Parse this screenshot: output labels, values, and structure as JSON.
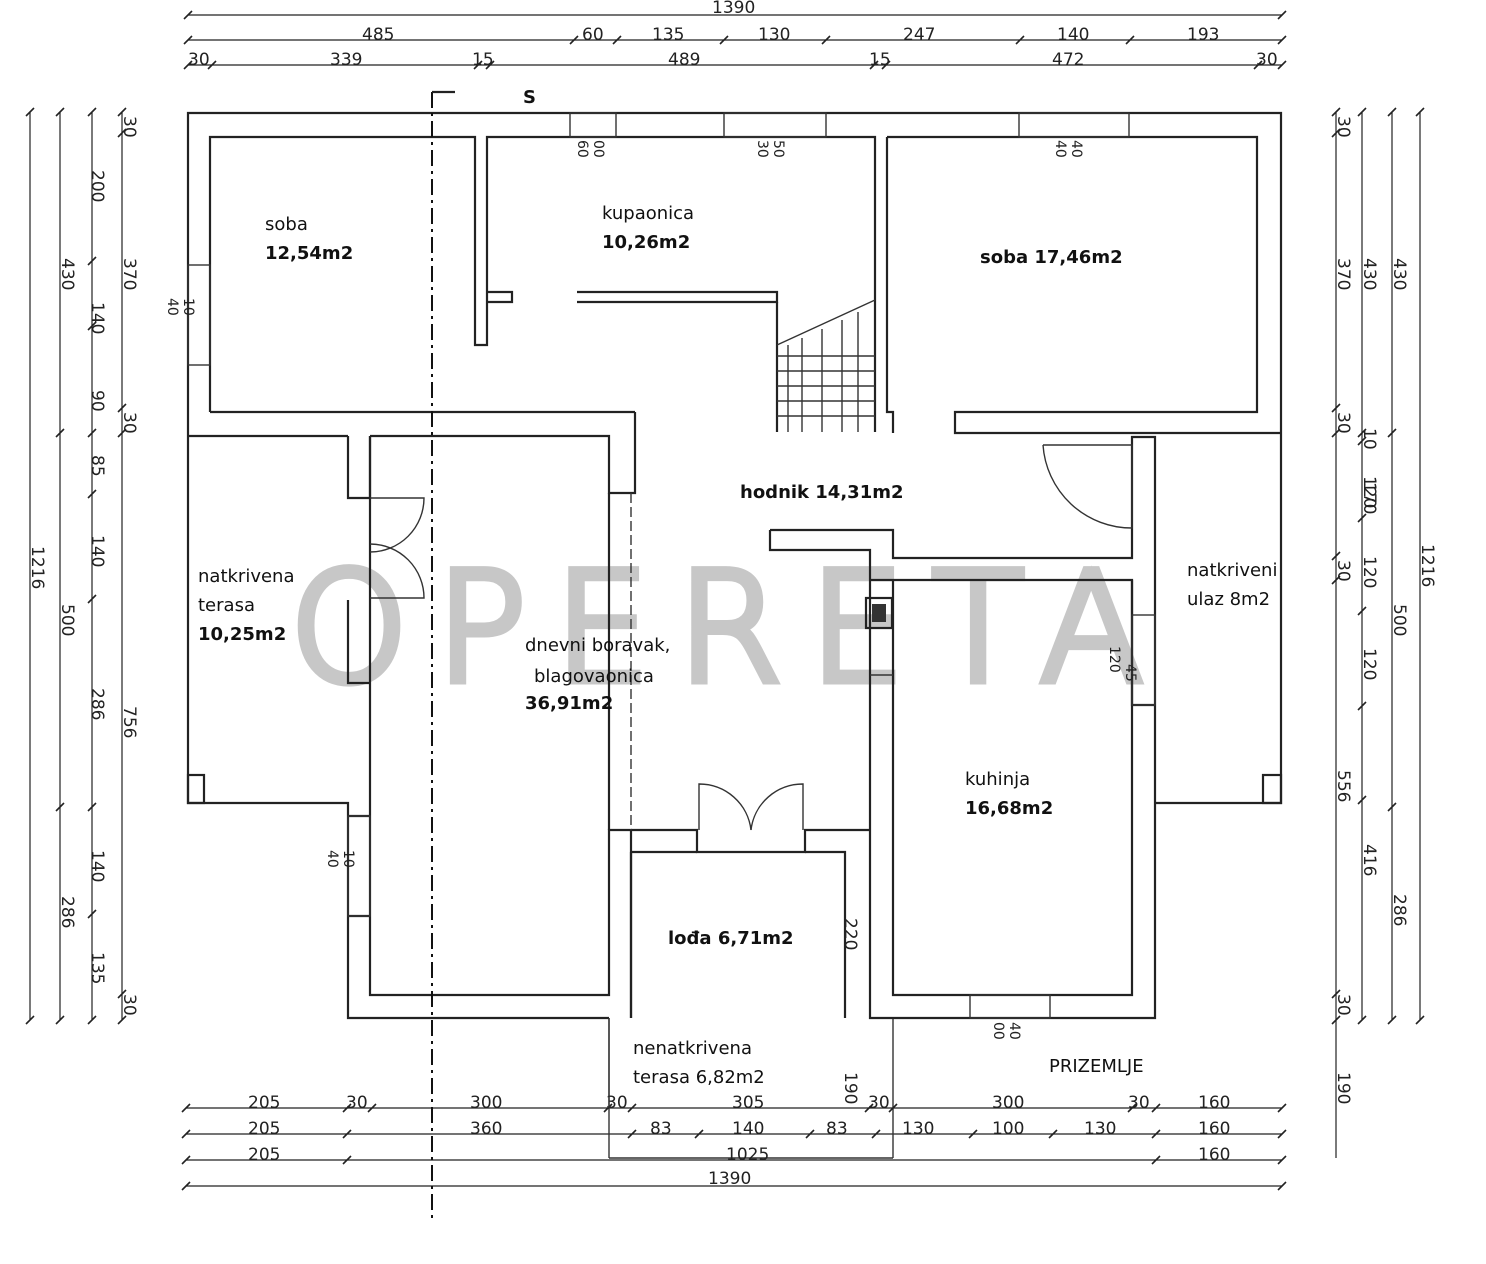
{
  "plan": {
    "floor_label": "PRIZEMLJE",
    "orientation_mark": "S",
    "watermark": "OPERETA"
  },
  "rooms": {
    "soba_left": [
      "soba",
      "12,54m2"
    ],
    "kupaonica": [
      "kupaonica",
      "10,26m2"
    ],
    "soba_right": "soba 17,46m2",
    "hodnik": "hodnik 14,31m2",
    "terasa_covered": [
      "natkrivena",
      "terasa",
      "10,25m2"
    ],
    "dnevni": [
      "dnevni boravak,",
      "blagovaonica",
      "36,91m2"
    ],
    "ulaz": [
      "natkriveni",
      "ulaz 8m2"
    ],
    "kuhinja": [
      "kuhinja",
      "16,68m2"
    ],
    "lodja": "lođa 6,71m2",
    "terasa_open": [
      "nenatkrivena",
      "terasa 6,82m2"
    ]
  },
  "dims_top": {
    "row1": [
      "1390"
    ],
    "row2": [
      "485",
      "60",
      "135",
      "130",
      "247",
      "140",
      "193"
    ],
    "row3": [
      "30",
      "339",
      "15",
      "489",
      "15",
      "472",
      "30"
    ]
  },
  "dims_bottom": {
    "row1": [
      "205",
      "30",
      "300",
      "30",
      "305",
      "30",
      "300",
      "30",
      "160"
    ],
    "row2": [
      "205",
      "360",
      "83",
      "140",
      "83",
      "130",
      "100",
      "130",
      "160"
    ],
    "row3": [
      "205",
      "1025",
      "160"
    ],
    "row4": [
      "1390"
    ]
  },
  "dims_left": {
    "outer": [
      "1216"
    ],
    "mid": [
      "430",
      "500",
      "286"
    ],
    "inner": [
      "200",
      "140",
      "90",
      "85",
      "140",
      "286",
      "140",
      "135"
    ],
    "wall": [
      "30",
      "370",
      "30",
      "756",
      "30"
    ]
  },
  "dims_right": {
    "wall": [
      "30",
      "370",
      "30",
      "30",
      "556",
      "30",
      "190"
    ],
    "inner": [
      "430",
      "10",
      "170",
      "120",
      "120",
      "120",
      "416"
    ],
    "mid": [
      "430",
      "500",
      "286"
    ],
    "outer": [
      "1216"
    ]
  },
  "window_marks": [
    "40",
    "10",
    "60",
    "00",
    "50",
    "30",
    "40",
    "40",
    "45",
    "120",
    "40",
    "10",
    "40",
    "00"
  ],
  "inner_dims": [
    "220",
    "190"
  ]
}
